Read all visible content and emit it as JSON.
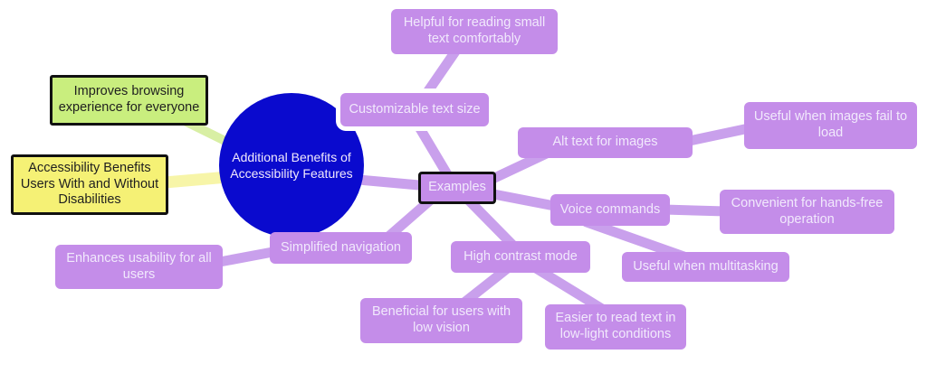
{
  "theme": {
    "background": "#ffffff",
    "center_fill": "#0a0ace",
    "node_fill": "#c48de9",
    "connector": "#c9a0ec",
    "green_fill": "#c9ee7e",
    "green_connector": "#d8efa4",
    "yellow_fill": "#f5f175",
    "yellow_connector": "#f7f5a8",
    "border": "#111111",
    "node_text": "#f1e9fc",
    "dark_text": "#1f1f1f"
  },
  "mindmap": {
    "center": {
      "label": "Additional Benefits of Accessibility Features"
    },
    "green_benefit": {
      "label": "Improves browsing experience for everyone"
    },
    "yellow_benefit": {
      "label": "Accessibility Benefits Users With and Without Disabilities"
    },
    "examples": {
      "label": "Examples"
    },
    "customizable": {
      "label": "Customizable text size"
    },
    "helpful": {
      "label": "Helpful for reading small text comfortably"
    },
    "alt_text": {
      "label": "Alt text for images"
    },
    "useful_images": {
      "label": "Useful when images fail to load"
    },
    "voice": {
      "label": "Voice commands"
    },
    "convenient": {
      "label": "Convenient for hands-free operation"
    },
    "multitask": {
      "label": "Useful when multitasking"
    },
    "high_contrast": {
      "label": "High contrast mode"
    },
    "simplified": {
      "label": "Simplified navigation"
    },
    "enhances": {
      "label": "Enhances usability for all users"
    },
    "beneficial": {
      "label": "Beneficial for users with low vision"
    },
    "easier": {
      "label": "Easier to read text in low-light conditions"
    }
  }
}
